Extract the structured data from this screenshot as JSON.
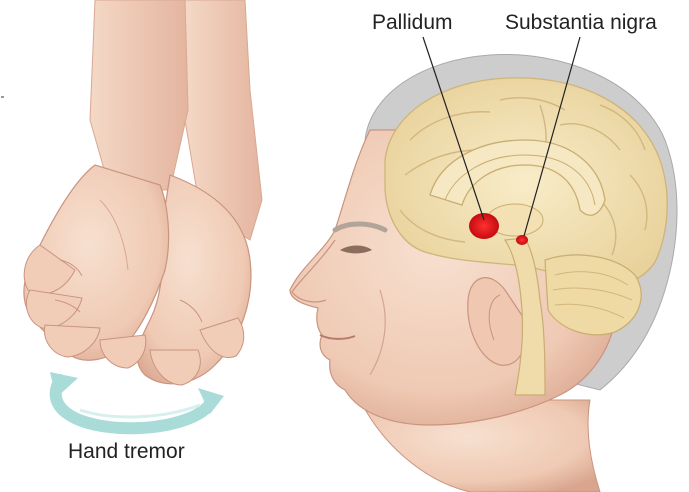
{
  "labels": {
    "pallidum": "Pallidum",
    "substantia_nigra": "Substantia nigra",
    "hand_tremor": "Hand tremor"
  },
  "colors": {
    "background": "#ffffff",
    "skin": "#f2d3c0",
    "skin_shadow": "#dba996",
    "hair": "#cfcfcf",
    "brain": "#f1dfb0",
    "brain_fold": "#d9c08a",
    "highlight_red": "#e8141c",
    "arrow": "#a9dcd8",
    "leader_line": "#222222"
  },
  "icons": {
    "tremor_arrow": "curved-double-arrow-icon"
  }
}
